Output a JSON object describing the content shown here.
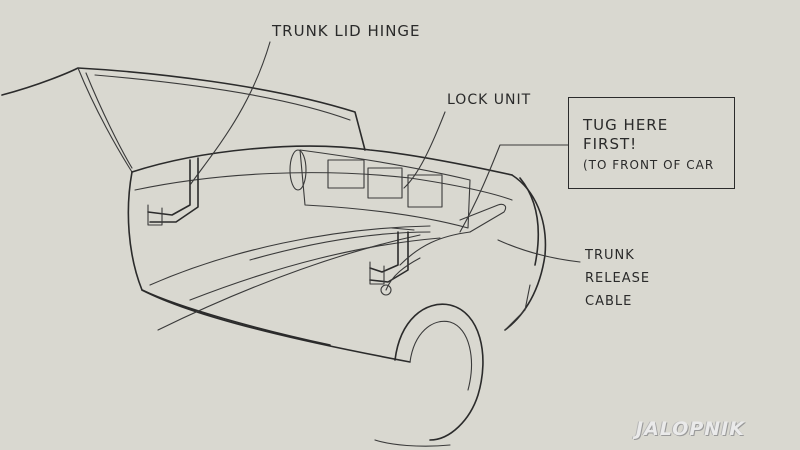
{
  "labels": {
    "trunk_lid_hinge": "TRUNK LID HINGE",
    "lock_unit": "LOCK UNIT",
    "trunk_release_cable": "TRUNK RELEASE CABLE"
  },
  "callout": {
    "line1": "TUG HERE",
    "line2": "FIRST!",
    "line3": "(TO FRONT OF CAR"
  },
  "watermark": "JALOPNIK",
  "colors": {
    "paper": "#d9d8d0",
    "ink": "#2b2b2b"
  }
}
